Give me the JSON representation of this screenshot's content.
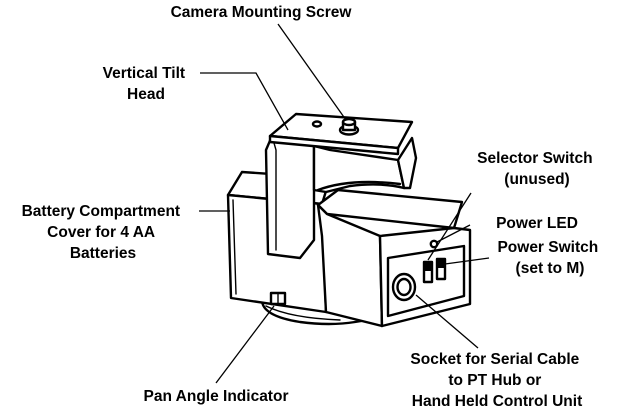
{
  "diagram": {
    "colors": {
      "ink": "#000000",
      "background": "#ffffff"
    },
    "labels": {
      "camera_mounting_screw": [
        "Camera Mounting Screw"
      ],
      "vertical_tilt_head": [
        "Vertical Tilt",
        "Head"
      ],
      "battery_compartment": [
        "Battery Compartment",
        "Cover for 4 AA",
        "Batteries"
      ],
      "selector_switch": [
        "Selector Switch",
        "(unused)"
      ],
      "power_led": [
        "Power LED"
      ],
      "power_switch": [
        "Power Switch",
        "(set to M)"
      ],
      "serial_socket": [
        "Socket for Serial Cable",
        "to PT Hub or",
        "Hand Held Control Unit"
      ],
      "pan_angle_indicator": [
        "Pan Angle Indicator"
      ]
    }
  }
}
